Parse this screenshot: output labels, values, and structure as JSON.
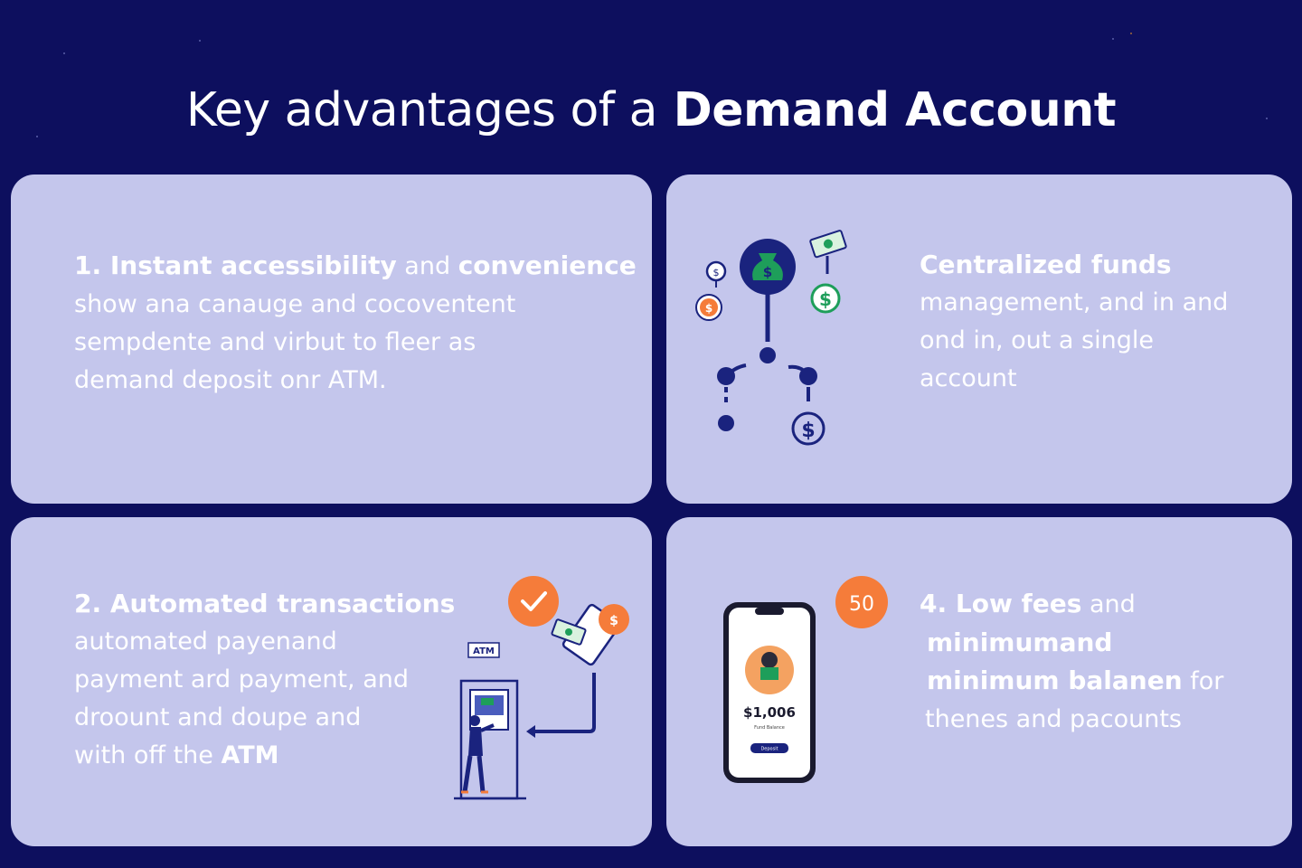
{
  "title": {
    "prefix": "Key advantages of a",
    "emphasis": "Demand Account"
  },
  "cards": [
    {
      "heading_strong": "1. Instant accessibility",
      "heading_rest": " and ",
      "heading_strong2": "convenience",
      "lines": [
        "show ana canauge and cocoventent",
        "sempdente and virbut to fleer as",
        "demand deposit onr ATM."
      ]
    },
    {
      "heading_strong": "Centralized funds",
      "lines": [
        "management, and in and",
        "ond in, out a single",
        "account"
      ]
    },
    {
      "heading_strong": "2. Automated transactions",
      "lines": [
        "automated payenand",
        "payment ard payment, and",
        "droount and doupe and"
      ],
      "last_line_pre": "with off the ",
      "last_line_strong": "ATM",
      "atm_label": "ATM",
      "bill_label": "$"
    },
    {
      "heading_strong": "4. Low fees",
      "heading_rest": " and",
      "bold_lines": [
        "minimumand",
        "minimum balanen"
      ],
      "bold_line_suffix": " for",
      "lines": [
        "thenes and pacounts"
      ],
      "badge": "50",
      "phone_amount": "$1,006",
      "phone_caption": "Fund Balance",
      "phone_button": "Deposit"
    }
  ],
  "colors": {
    "background": "#0d0f5e",
    "card": "#c4c6ec",
    "navy": "#1a237e",
    "orange": "#f57c3a",
    "green": "#1e9e5a"
  },
  "icons": [
    "money-bag-icon",
    "dollar-coin-icon",
    "banknote-icon",
    "check-badge-icon",
    "atm-icon",
    "person-icon",
    "smartphone-icon"
  ]
}
